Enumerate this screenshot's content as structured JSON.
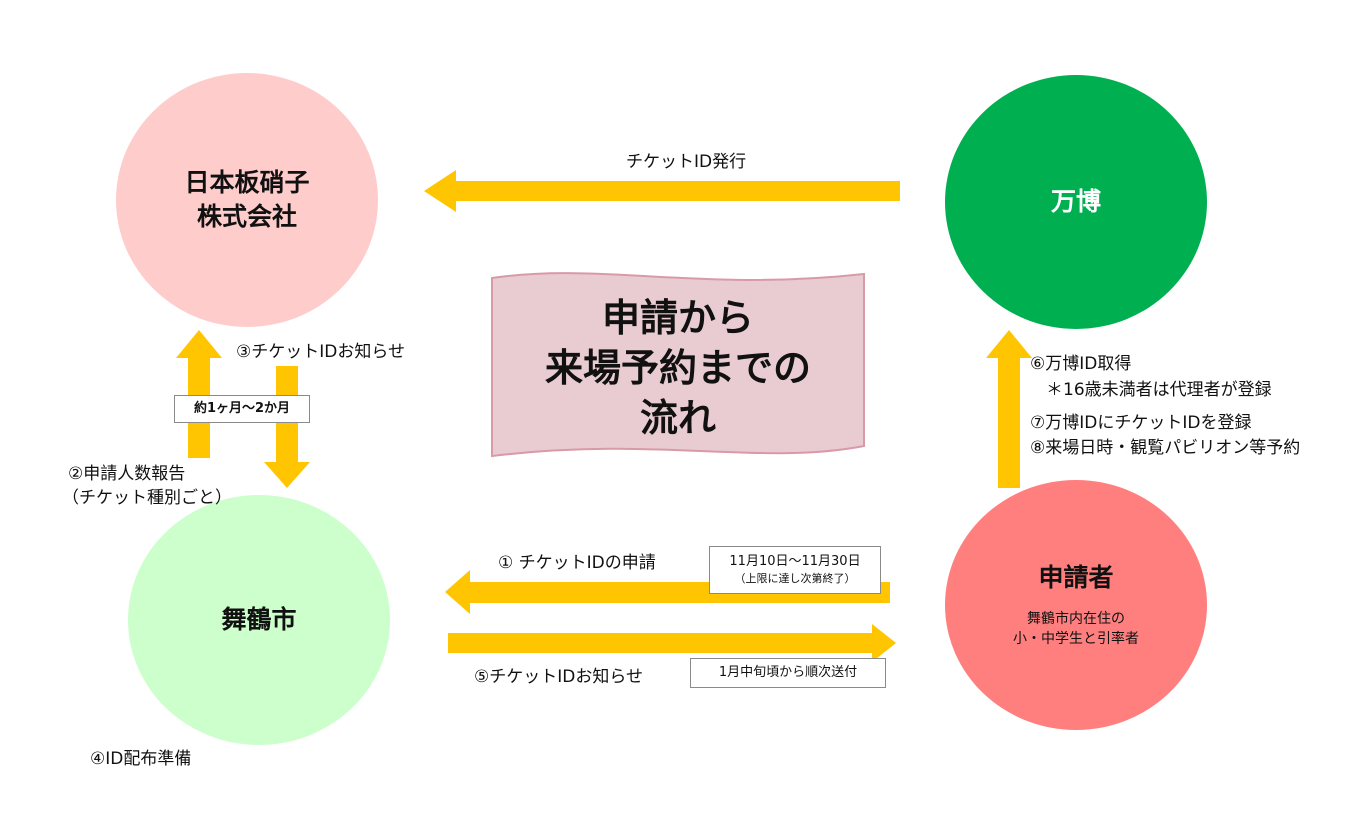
{
  "nodes": {
    "glass": {
      "name_line1": "日本板硝子",
      "name_line2": "株式会社"
    },
    "expo": {
      "name": "万博"
    },
    "city": {
      "name": "舞鶴市"
    },
    "applicant": {
      "name": "申請者",
      "sub_line1": "舞鶴市内在住の",
      "sub_line2": "小・中学生と引率者"
    }
  },
  "banner": {
    "line1": "申請から",
    "line2": "来場予約までの",
    "line3": "流れ"
  },
  "flows": {
    "ticket_issue": "チケットID発行",
    "step1": "① チケットIDの申請",
    "step1_note_line1": "11月10日〜11月30日",
    "step1_note_line2": "（上限に達し次第終了）",
    "step2_line1": "②申請人数報告",
    "step2_line2": "（チケット種別ごと）",
    "step3": "③チケットIDお知らせ",
    "step3_note": "約1ヶ月〜2か月",
    "step4": "④ID配布準備",
    "step5": "⑤チケットIDお知らせ",
    "step5_note": "1月中旬頃から順次送付",
    "step6": "⑥万博ID取得",
    "step6_note": "＊16歳未満者は代理者が登録",
    "step7": "⑦万博IDにチケットIDを登録",
    "step8": "⑧来場日時・観覧パビリオン等予約"
  },
  "colors": {
    "arrow": "#ffc500",
    "glass": "#ffcccc",
    "expo": "#00b050",
    "city": "#ccffcc",
    "applicant": "#ff7f7f",
    "banner_fill": "#e8ccd2",
    "banner_stroke": "#d99aa8"
  }
}
